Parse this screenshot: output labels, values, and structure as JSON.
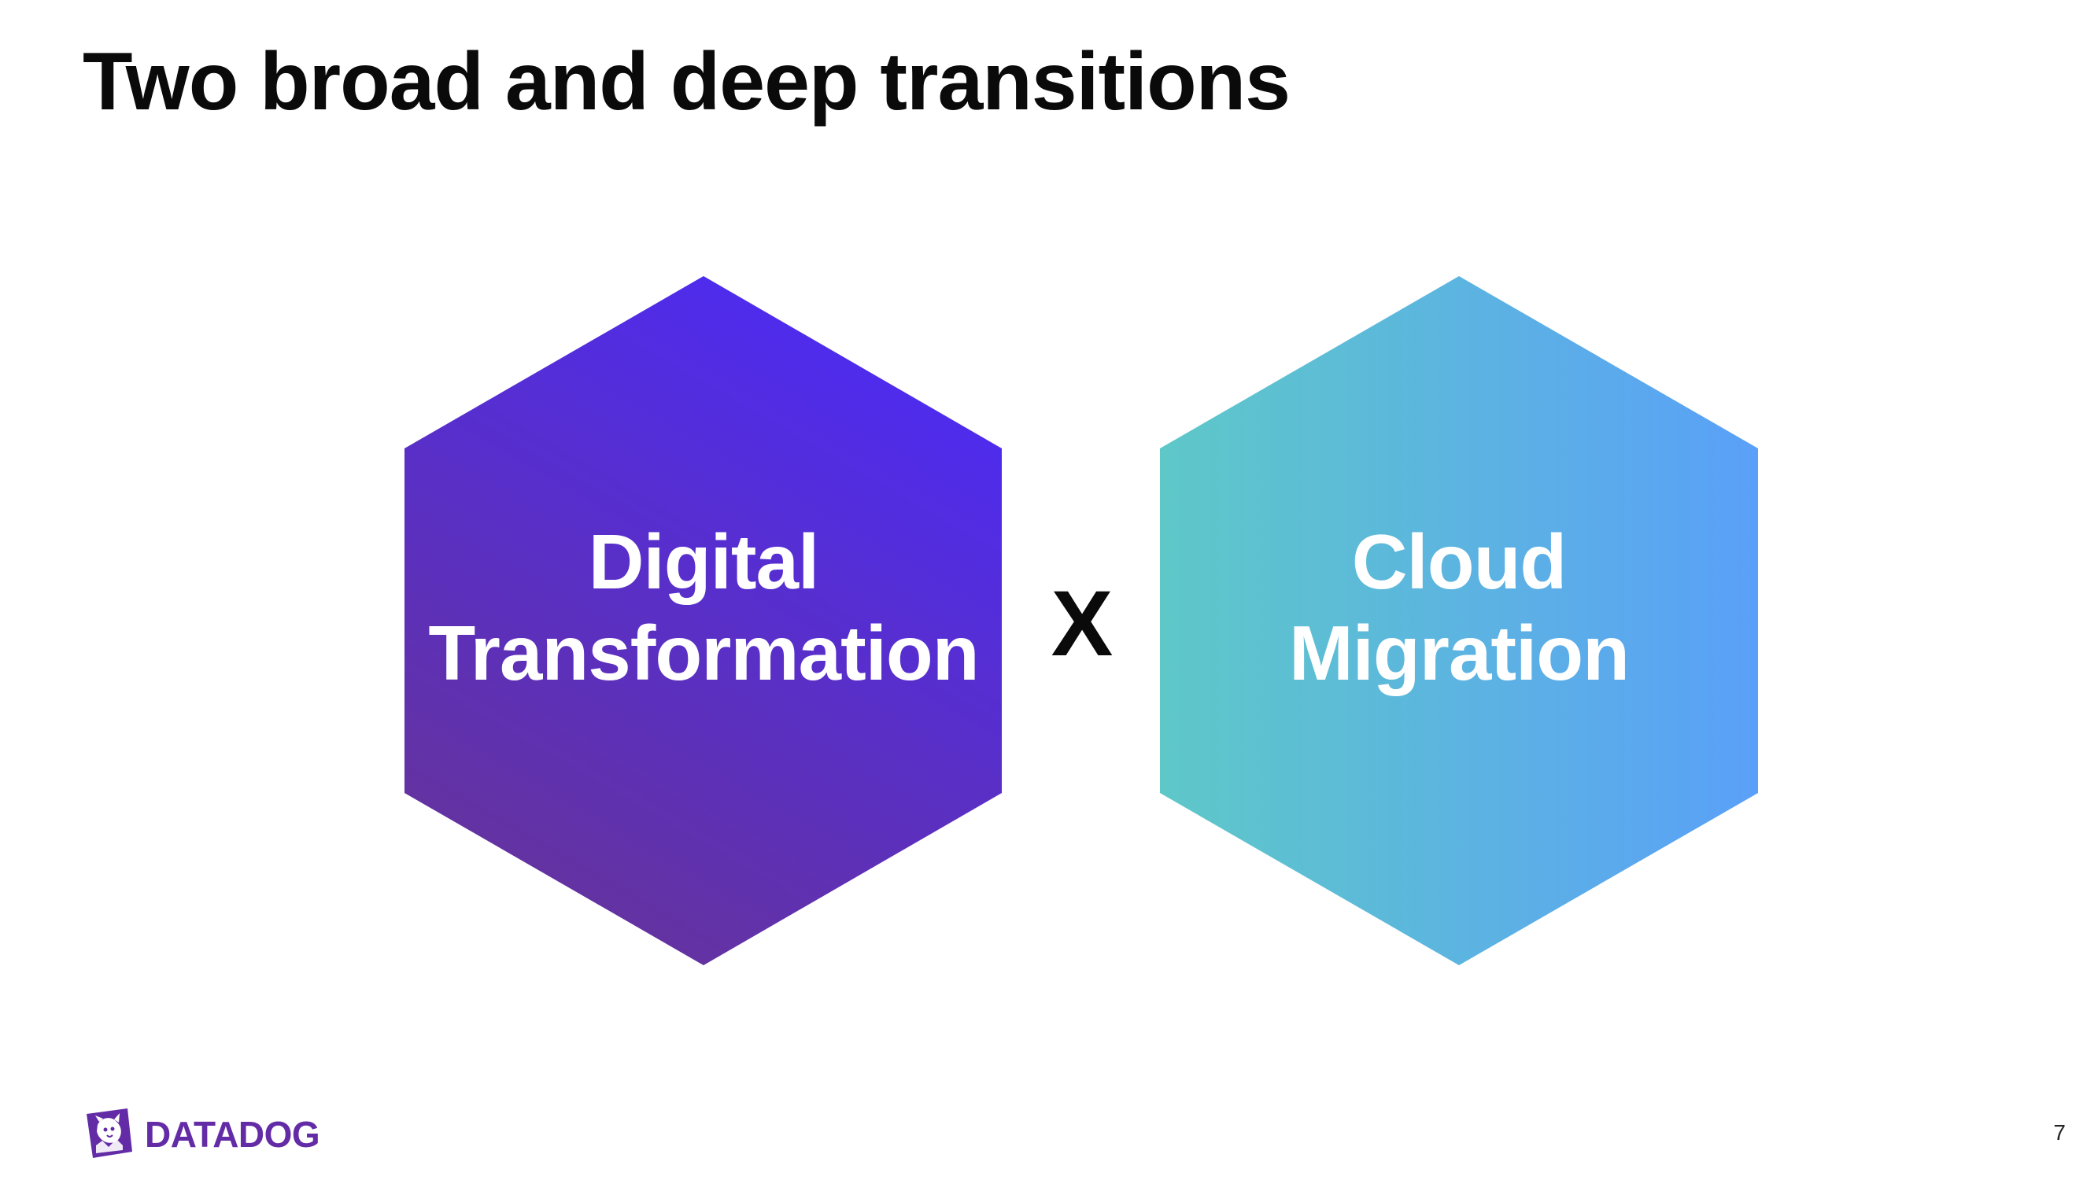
{
  "slide": {
    "title": "Two broad and deep transitions",
    "page_number": "7"
  },
  "hexagons": [
    {
      "line1": "Digital",
      "line2": "Transformation",
      "gradient": [
        "#4c2bf5",
        "#663399"
      ]
    },
    {
      "line1": "Cloud",
      "line2": "Migration",
      "gradient": [
        "#5ec8c8",
        "#5aa0f8"
      ]
    }
  ],
  "operator": "X",
  "logo": {
    "text": "DATADOG",
    "icon": "datadog-dog-icon",
    "color": "#632ca6"
  }
}
